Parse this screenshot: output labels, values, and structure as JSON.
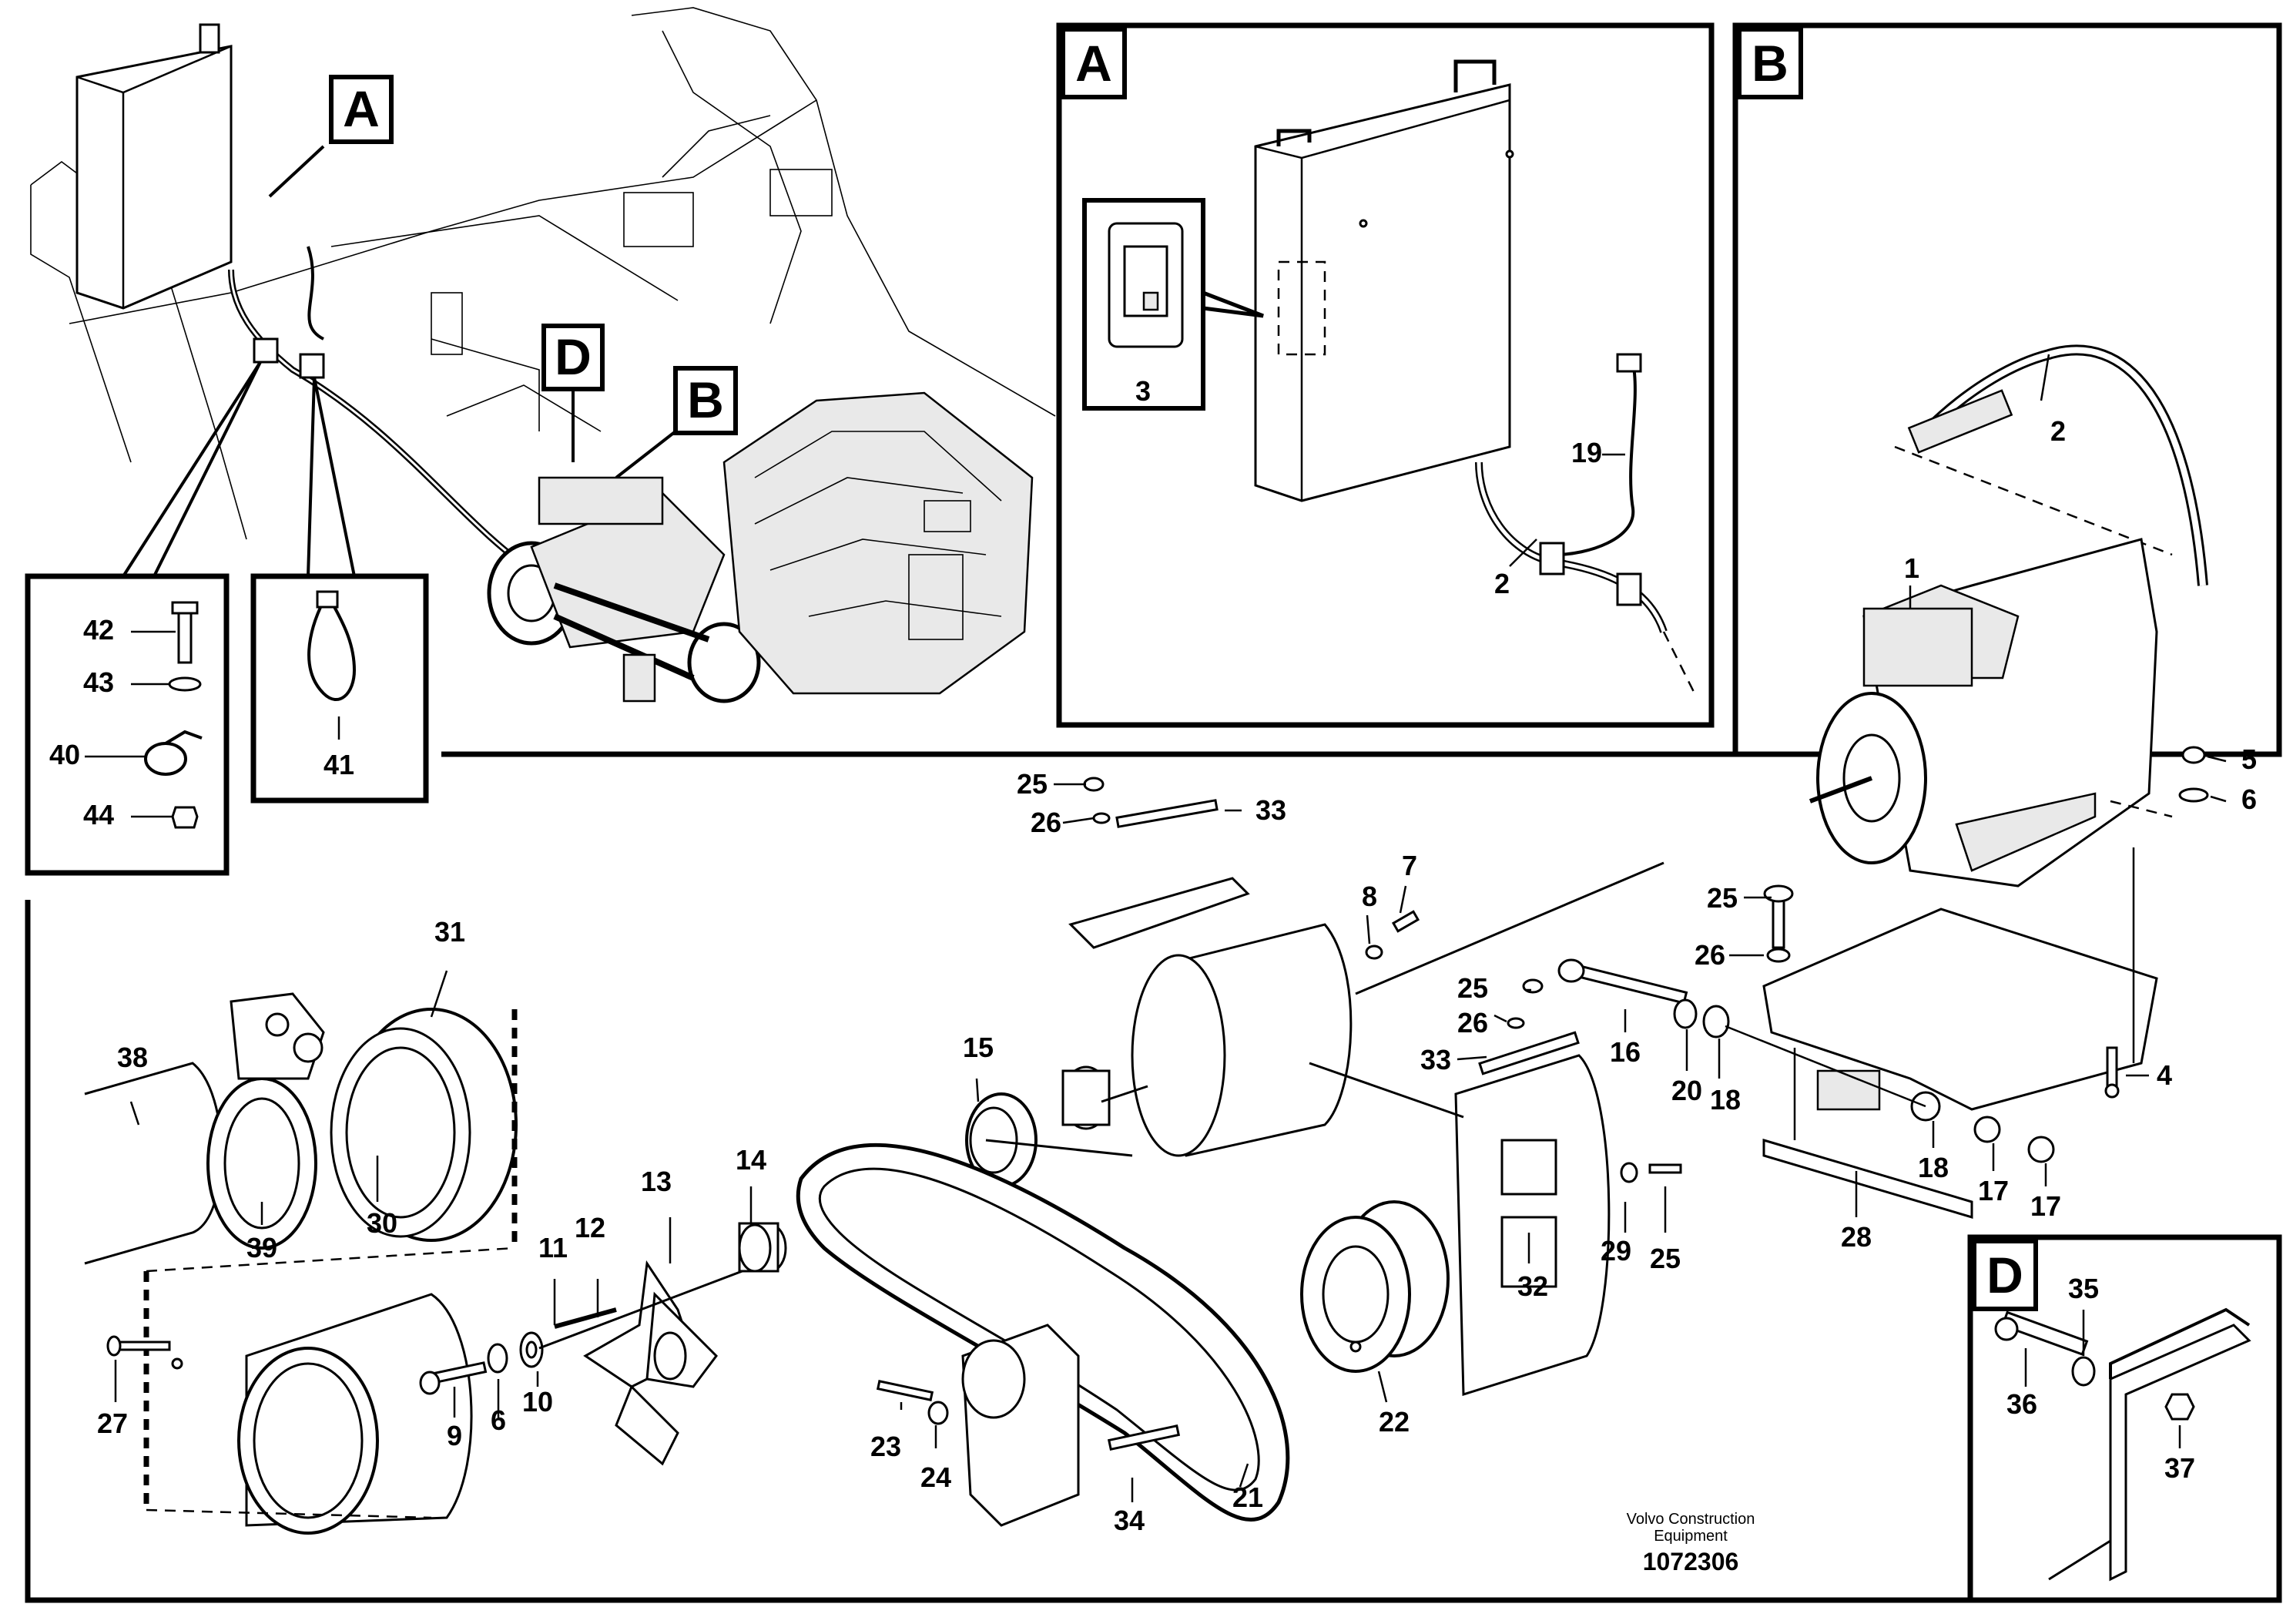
{
  "diagram": {
    "inset_boxes": [
      {
        "letter": "A",
        "kind": "detail-view"
      },
      {
        "letter": "B",
        "kind": "detail-view"
      },
      {
        "letter": "D",
        "kind": "detail-view"
      }
    ],
    "overview_callouts": [
      "A",
      "D",
      "B"
    ],
    "part_numbers": {
      "p1": "1",
      "p2a": "2",
      "p2b": "2",
      "p3": "3",
      "p4": "4",
      "p5": "5",
      "p6a": "6",
      "p6b": "6",
      "p7": "7",
      "p8": "8",
      "p9": "9",
      "p10": "10",
      "p11": "11",
      "p12": "12",
      "p13": "13",
      "p14": "14",
      "p15": "15",
      "p16": "16",
      "p17a": "17",
      "p17b": "17",
      "p18a": "18",
      "p18b": "18",
      "p19": "19",
      "p20": "20",
      "p21": "21",
      "p22": "22",
      "p23": "23",
      "p24": "24",
      "p25a": "25",
      "p25b": "25",
      "p25c": "25",
      "p25d": "25",
      "p26a": "26",
      "p26b": "26",
      "p26c": "26",
      "p27": "27",
      "p28": "28",
      "p29": "29",
      "p30": "30",
      "p31": "31",
      "p32": "32",
      "p33a": "33",
      "p33b": "33",
      "p34": "34",
      "p35": "35",
      "p36": "36",
      "p37": "37",
      "p38": "38",
      "p39": "39",
      "p40": "40",
      "p41": "41",
      "p42": "42",
      "p43": "43",
      "p44": "44"
    }
  },
  "footer": {
    "company_line1": "Volvo Construction",
    "company_line2": "Equipment",
    "drawing_number": "1072306"
  }
}
